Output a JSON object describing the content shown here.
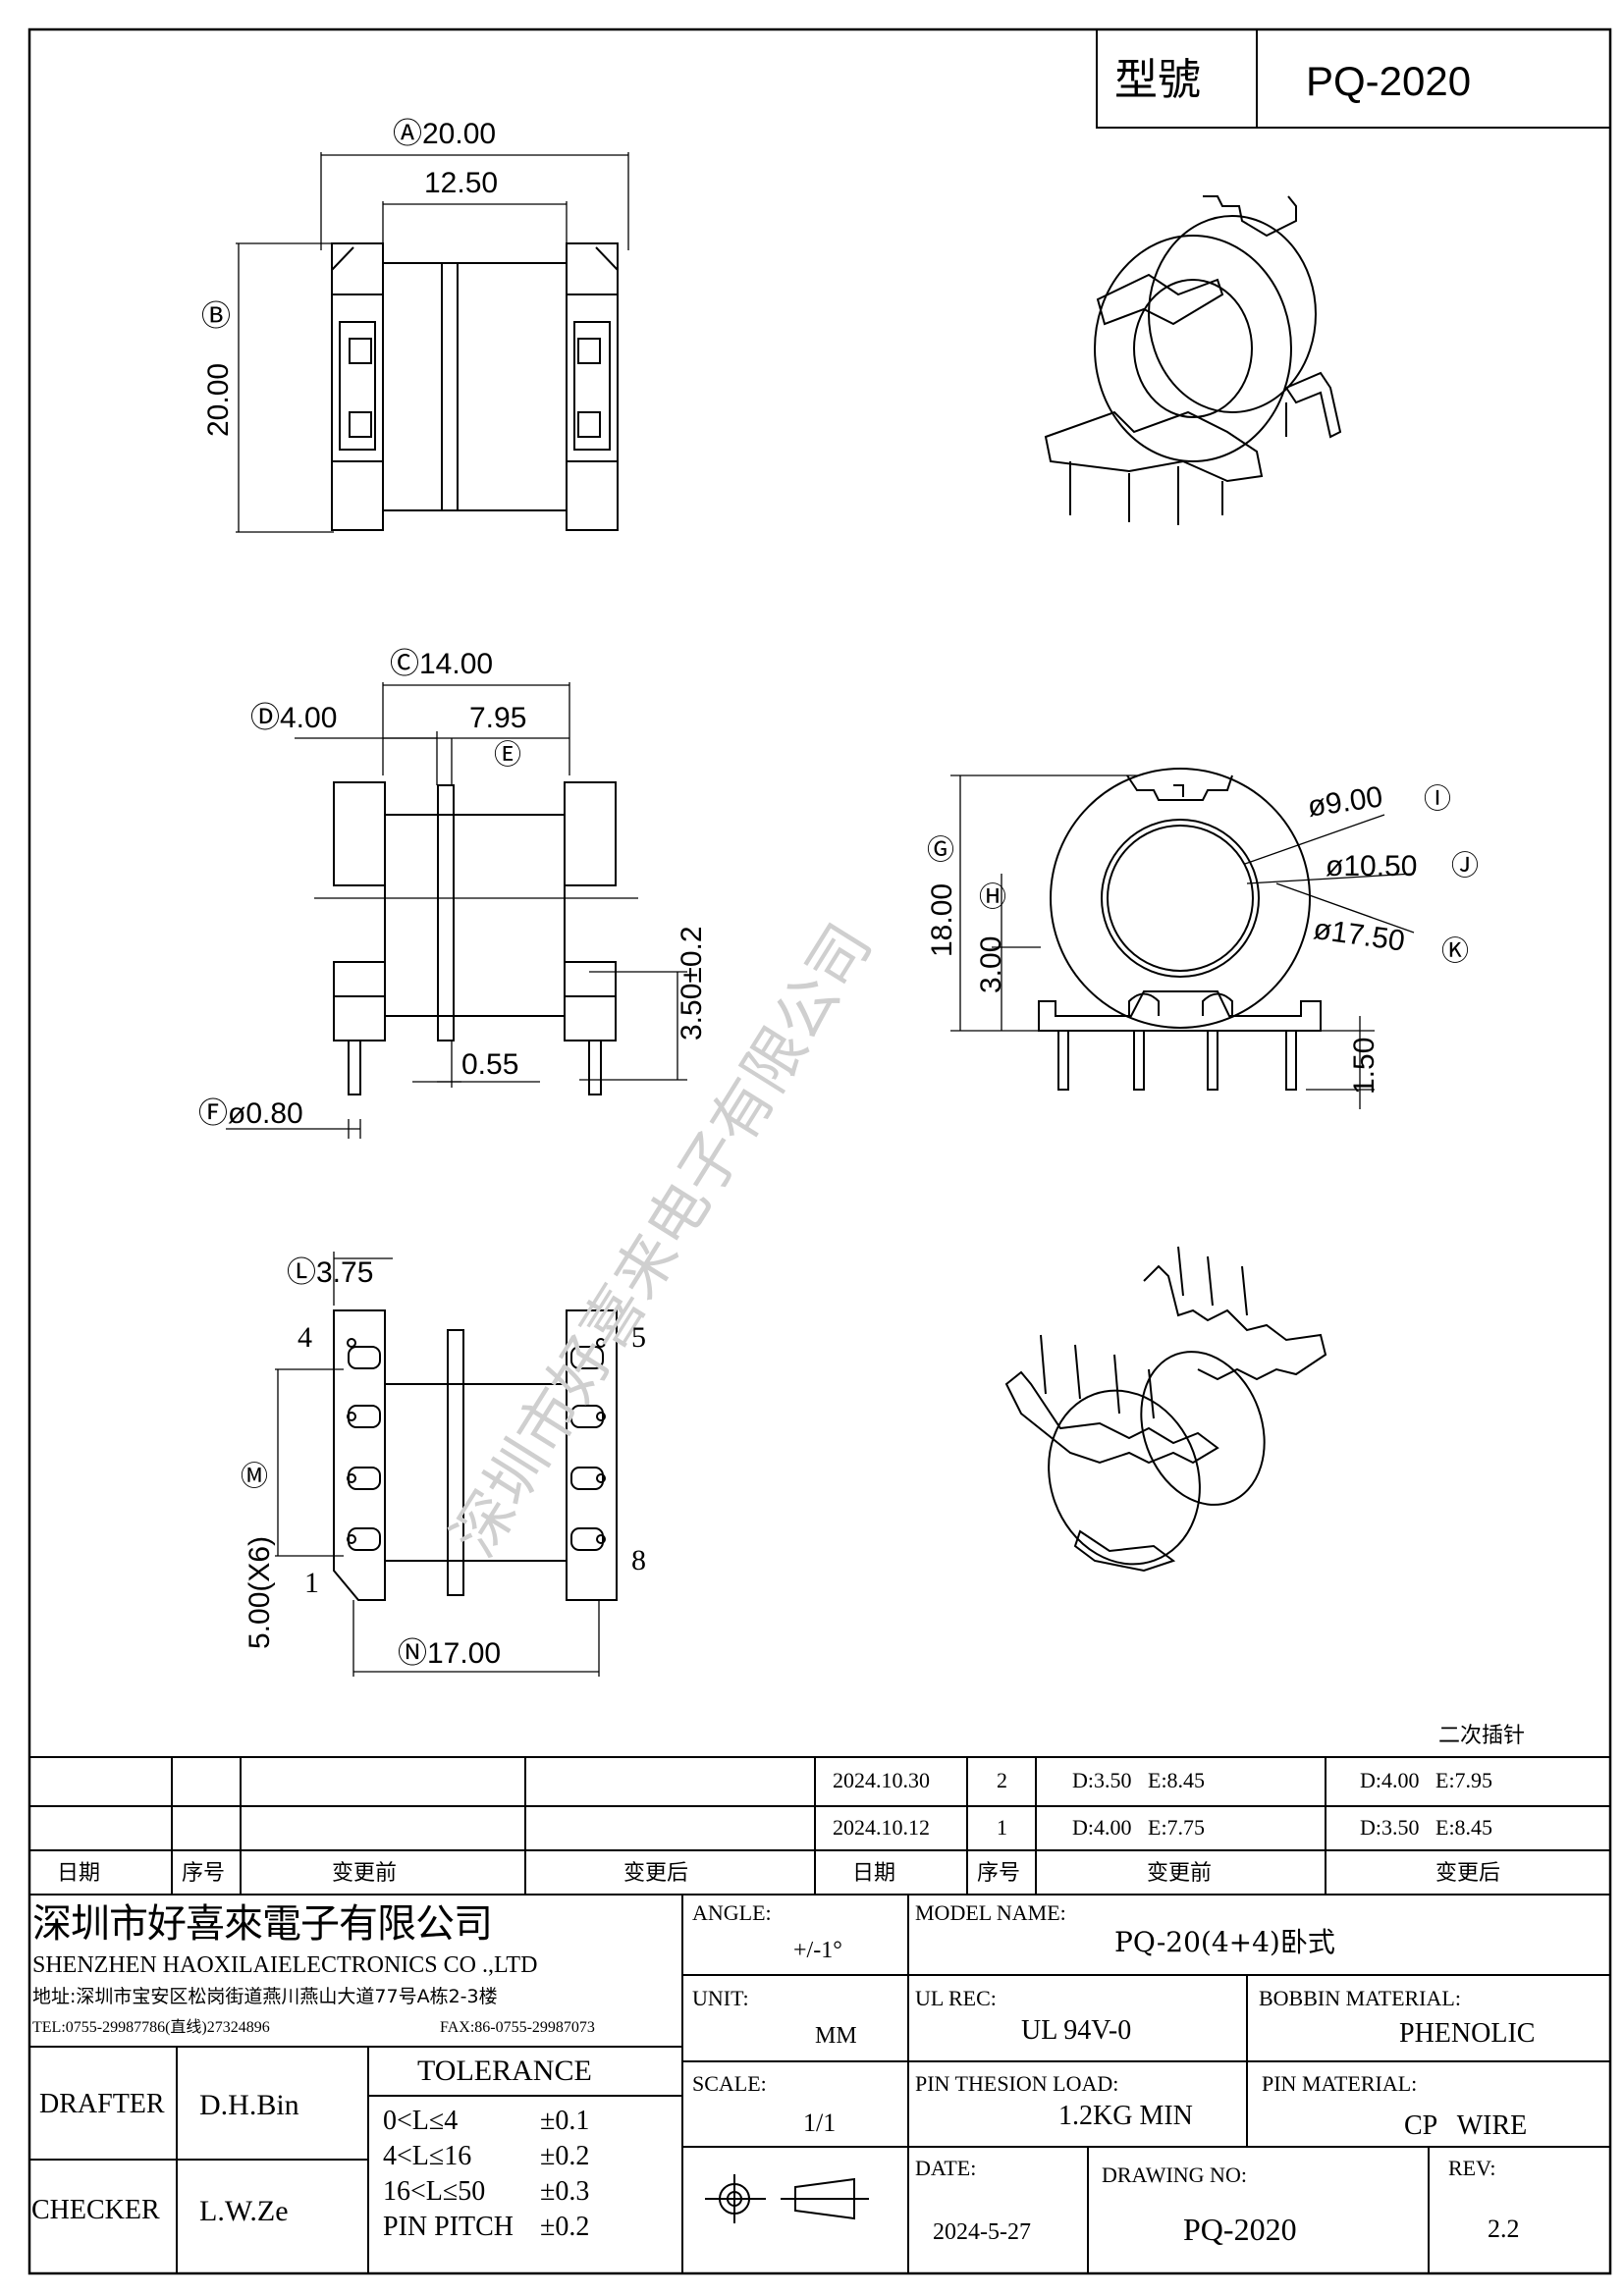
{
  "header": {
    "model_label": "型號",
    "model_value": "PQ-2020"
  },
  "dims": {
    "a": "Ⓐ20.00",
    "b_letter": "Ⓑ",
    "b": "20.00",
    "w_12_50": "12.50",
    "c": "Ⓒ14.00",
    "d": "Ⓓ4.00",
    "e_val": "7.95",
    "e_letter": "Ⓔ",
    "v_3_50": "3.50±0.2",
    "v_0_55": "0.55",
    "f": "Ⓕø0.80",
    "g_letter": "Ⓖ",
    "g": "18.00",
    "h_letter": "Ⓗ",
    "h": "3.00",
    "i": "ø9.00",
    "i_letter": "Ⓘ",
    "j": "ø10.50",
    "j_letter": "Ⓙ",
    "k": "ø17.50",
    "k_letter": "Ⓚ",
    "v_1_50": "1.50",
    "l": "Ⓛ3.75",
    "m_letter": "Ⓜ",
    "m": "5.00(X6)",
    "n": "Ⓝ17.00",
    "pin4": "4",
    "pin5": "5",
    "pin1": "1",
    "pin8": "8"
  },
  "watermark": "深圳市好喜来电子有限公司",
  "note": "二次插针",
  "revisions": {
    "rows": [
      {
        "date": "2024.10.30",
        "seq": "2",
        "before": "D:3.50   E:8.45",
        "after": "D:4.00   E:7.95"
      },
      {
        "date": "2024.10.12",
        "seq": "1",
        "before": "D:4.00   E:7.75",
        "after": "D:3.50   E:8.45"
      }
    ],
    "headers": [
      "日期",
      "序号",
      "变更前",
      "变更后",
      "日期",
      "序号",
      "变更前",
      "变更后"
    ]
  },
  "company": {
    "name_cn": "深圳市好喜來電子有限公司",
    "name_en": "SHENZHEN HAOXILAIELECTRONICS CO .,LTD",
    "address": "地址:深圳市宝安区松岗街道燕川燕山大道77号A栋2-3楼",
    "tel": "TEL:0755-29987786(直线)27324896",
    "fax": "FAX:86-0755-29987073"
  },
  "title_block": {
    "angle_label": "ANGLE:",
    "angle_value": "+/-1°",
    "model_name_label": "MODEL NAME:",
    "model_name_value": "PQ-20(4+4)卧式",
    "unit_label": "UNIT:",
    "unit_value": "MM",
    "ul_label": "UL REC:",
    "ul_value": "UL 94V-0",
    "bobbin_label": "BOBBIN MATERIAL:",
    "bobbin_value": "PHENOLIC",
    "scale_label": "SCALE:",
    "scale_value": "1/1",
    "pin_load_label": "PIN THESION LOAD:",
    "pin_load_value": "1.2KG MIN",
    "pin_material_label": "PIN MATERIAL:",
    "pin_material_value": "CP   WIRE",
    "date_label": "DATE:",
    "date_value": "2024-5-27",
    "drawing_no_label": "DRAWING NO:",
    "drawing_no_value": "PQ-2020",
    "rev_label": "REV:",
    "rev_value": "2.2",
    "drafter_label": "DRAFTER",
    "drafter_value": "D.H.Bin",
    "checker_label": "CHECKER",
    "checker_value": "L.W.Ze",
    "tolerance_title": "TOLERANCE",
    "tolerance_rows": [
      {
        "range": "0<L≤4",
        "value": "±0.1"
      },
      {
        "range": "4<L≤16",
        "value": "±0.2"
      },
      {
        "range": "16<L≤50",
        "value": "±0.3"
      },
      {
        "range": "PIN PITCH",
        "value": "±0.2"
      }
    ]
  }
}
